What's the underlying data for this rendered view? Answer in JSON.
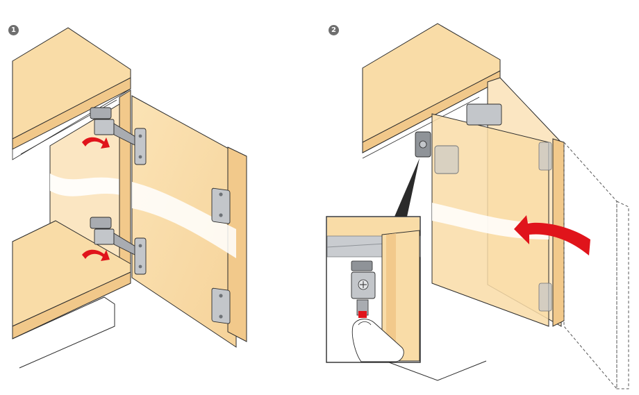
{
  "steps": [
    {
      "number": "1"
    },
    {
      "number": "2"
    }
  ],
  "colors": {
    "wood": "#f9dca7",
    "wood_light": "#fde9c6",
    "wood_dark": "#ecc07a",
    "edge": "#f3cc8d",
    "outline": "#2b2b2b",
    "metal": "#a9acb1",
    "metal_dark": "#6e7277",
    "arrow": "#e0141b",
    "badge": "#6e6e6e"
  },
  "icons": [
    "step-1-badge",
    "step-2-badge",
    "rotate-arrow-icon",
    "hinge-icon",
    "screw-icon"
  ]
}
